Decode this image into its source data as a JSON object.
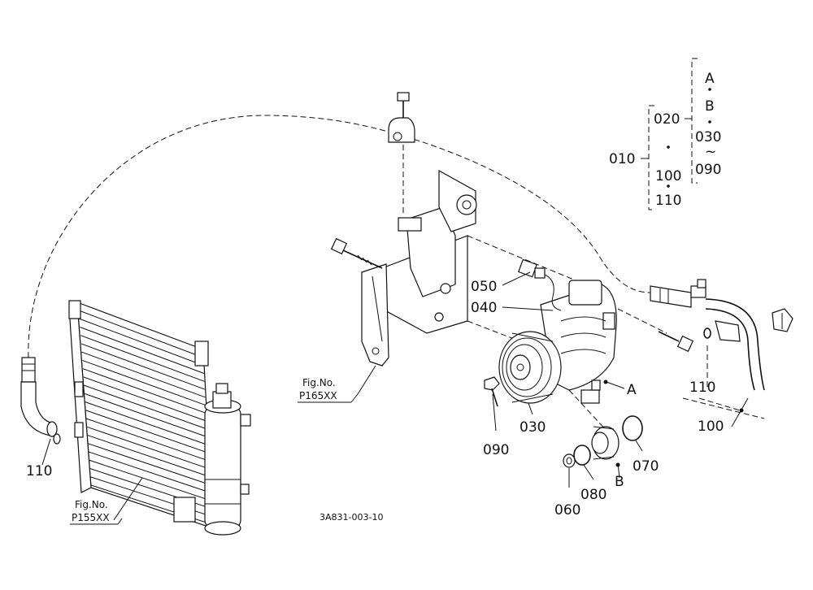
{
  "labels": {
    "a010": "010",
    "a020": "020",
    "a030": "030",
    "a090": "090",
    "a100": "100",
    "a110": "110",
    "kitA": "A",
    "kitB": "B",
    "tilde": "~",
    "p050": "050",
    "p040": "040",
    "p030": "030",
    "p090": "090",
    "p060": "060",
    "p080": "080",
    "p070": "070",
    "pA": "A",
    "pB": "B",
    "p110r": "110",
    "p100": "100",
    "p110l": "110"
  },
  "references": {
    "fig1_title": "Fig.No.",
    "fig1_no": "P165XX",
    "fig2_title": "Fig.No.",
    "fig2_no": "P155XX"
  },
  "drawing_code": "3A831-003-10"
}
